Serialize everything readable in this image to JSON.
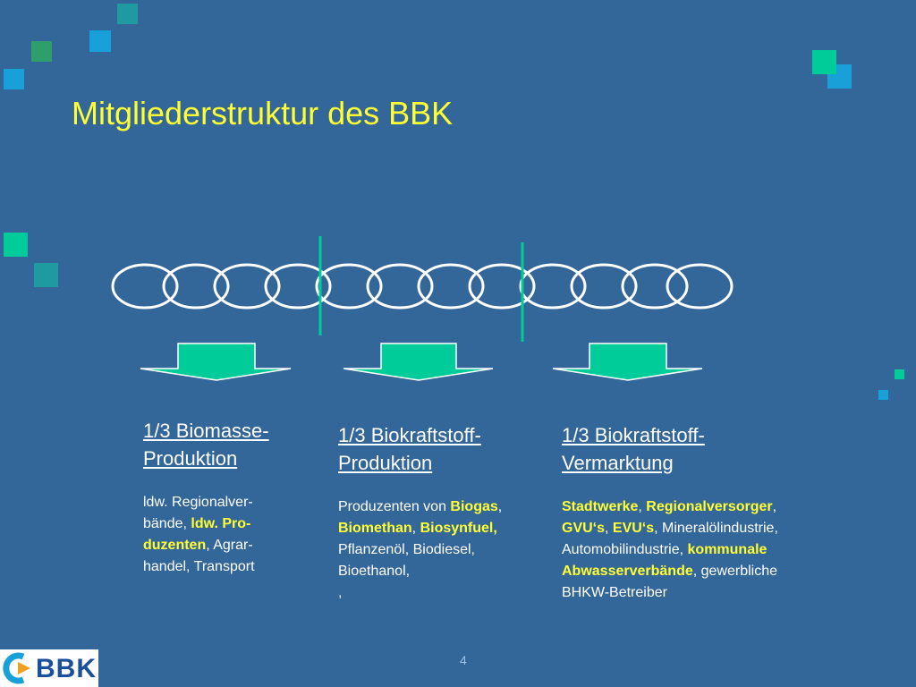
{
  "title": "Mitgliederstruktur des BBK",
  "columns": [
    {
      "head": [
        "1/3 Biomasse-",
        "Produktion"
      ],
      "body": [
        [
          {
            "t": "ldw. Regionalver-"
          }
        ],
        [
          {
            "t": "bände, "
          },
          {
            "t": "ldw. Pro-",
            "hl": true
          }
        ],
        [
          {
            "t": "duzenten",
            "hl": true
          },
          {
            "t": ", Agrar-"
          }
        ],
        [
          {
            "t": "handel, Transport"
          }
        ]
      ]
    },
    {
      "head": [
        "1/3 Biokraftstoff-",
        "Produktion"
      ],
      "body": [
        [
          {
            "t": "Produzenten von "
          },
          {
            "t": "Biogas",
            "hl": true
          },
          {
            "t": ","
          }
        ],
        [
          {
            "t": "Biomethan",
            "hl": true
          },
          {
            "t": ", "
          },
          {
            "t": "Biosynfuel,",
            "hl": true
          }
        ],
        [
          {
            "t": "Pflanzenöl, Biodiesel,"
          }
        ],
        [
          {
            "t": "Bioethanol,"
          }
        ],
        [
          {
            "t": ","
          }
        ]
      ]
    },
    {
      "head": [
        "1/3 Biokraftstoff-",
        "Vermarktung"
      ],
      "body": [
        [
          {
            "t": "Stadtwerke",
            "hl": true
          },
          {
            "t": ", "
          },
          {
            "t": "Regionalversorger",
            "hl": true
          },
          {
            "t": ","
          }
        ],
        [
          {
            "t": "GVU‘s",
            "hl": true
          },
          {
            "t": ", "
          },
          {
            "t": "EVU‘s",
            "hl": true
          },
          {
            "t": ", Mineralölindustrie,"
          }
        ],
        [
          {
            "t": "Automobilindustrie, "
          },
          {
            "t": "kommunale",
            "hl": true
          }
        ],
        [
          {
            "t": "Abwasserverbände",
            "hl": true
          },
          {
            "t": ", gewerbliche"
          }
        ],
        [
          {
            "t": "BHKW-Betreiber"
          }
        ]
      ]
    }
  ],
  "page_number": "4",
  "logo": {
    "text": "BBK"
  },
  "colors": {
    "background": "#336699",
    "title": "#ffff33",
    "highlight": "#ffff33",
    "arrow": "#00cc99",
    "divider": "#00cc99"
  }
}
